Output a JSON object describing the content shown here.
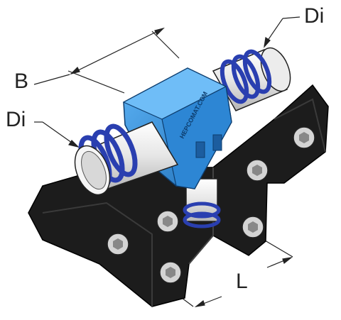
{
  "labels": {
    "di_top": "Di",
    "b": "B",
    "di_left": "Di",
    "l": "L"
  },
  "body_text": "HEPCOMAT.COM",
  "colors": {
    "fitting_blue": "#2a8fe0",
    "fitting_blue_dark": "#1f6fb8",
    "clip_black": "#1c1c1c",
    "seal_blue": "#2a3fb0",
    "pipe_white": "#f2f2f2",
    "bolt_gray": "#cfcfcf"
  }
}
